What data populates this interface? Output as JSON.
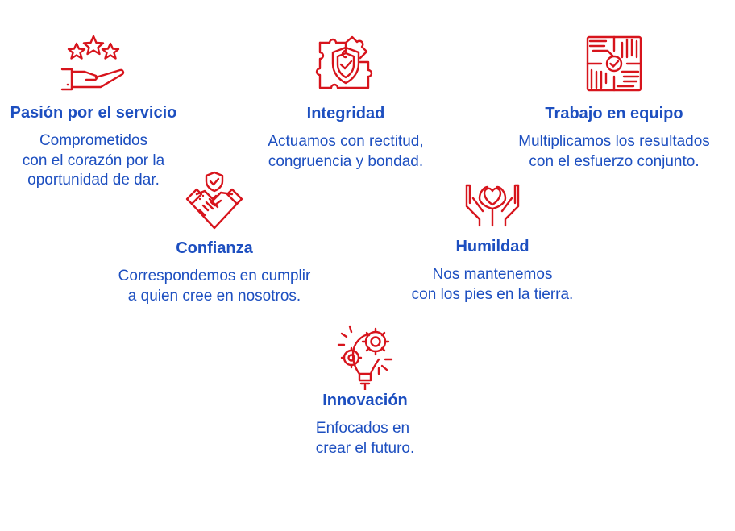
{
  "colors": {
    "title": "#1d4fc0",
    "text": "#1d4fc0",
    "icon": "#d7141c",
    "background": "#ffffff"
  },
  "values": [
    {
      "icon": "hand-stars-icon",
      "title": "Pasión por el servicio",
      "lines": [
        "Comprometidos",
        "con el corazón por la",
        "oportunidad de dar."
      ]
    },
    {
      "icon": "puzzle-shield-icon",
      "title": "Integridad",
      "lines": [
        "Actuamos con rectitud,",
        "congruencia y bondad."
      ]
    },
    {
      "icon": "team-hands-icon",
      "title": "Trabajo en equipo",
      "lines": [
        "Multiplicamos los resultados",
        "con el esfuerzo conjunto."
      ]
    },
    {
      "icon": "handshake-heart-icon",
      "title": "Confianza",
      "lines": [
        "Correspondemos en cumplir",
        "a quien cree en nosotros."
      ]
    },
    {
      "icon": "hands-heart-icon",
      "title": "Humildad",
      "lines": [
        "Nos mantenemos",
        "con los pies en la tierra."
      ]
    },
    {
      "icon": "lightbulb-gears-icon",
      "title": "Innovación",
      "lines": [
        "Enfocados en",
        "crear el futuro."
      ]
    }
  ]
}
